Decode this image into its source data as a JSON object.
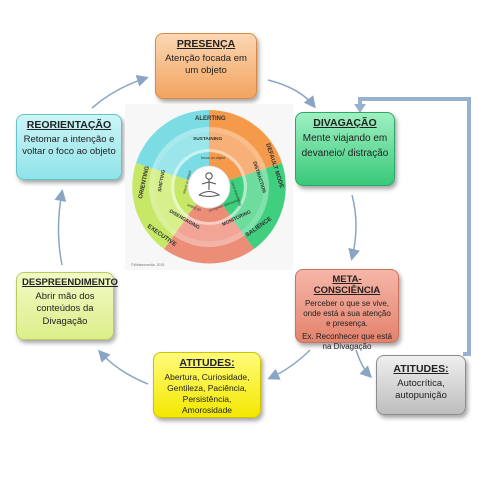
{
  "boxes": {
    "presenca": {
      "title": "PRESENÇA",
      "text": "Atenção focada em um objeto"
    },
    "divagacao": {
      "title": "DIVAGAÇÃO",
      "text": "Mente viajando em devaneio/ distração"
    },
    "meta": {
      "title": "META-CONSCIÊNCIA",
      "text": "Perceber o que se vive, onde está a sua atenção e presença.",
      "example": "Ex. Reconhecer que está na Divagação"
    },
    "atitudes_neg": {
      "title": "ATITUDES:",
      "text": "Autocrítica, autopunição"
    },
    "atitudes_pos": {
      "title": "ATITUDES:",
      "text": "Abertura, Curiosidade, Gentileza, Paciência, Persistência, Amorosidade"
    },
    "despreendimento": {
      "title": "DESPREENDIMENTO",
      "text": "Abrir mão dos conteúdos da Divagação"
    },
    "reorientacao": {
      "title": "REORIENTAÇÃO",
      "text": "Retomar a intenção e voltar o foco ao objeto"
    }
  },
  "wheel": {
    "outer_labels": [
      "ALERTING",
      "DEFAULT MODE",
      "SALIENCE",
      "EXECUTIVE",
      "ORIENTING"
    ],
    "inner_labels": [
      "SUSTAINING",
      "DISTRACTION",
      "MONITORING",
      "DISENGAGING",
      "SHIFTING"
    ],
    "center_labels": [
      "focus on object",
      "mind wandering",
      "recognize distraction",
      "letting go",
      "return to object"
    ],
    "credit": "©Weisesmedia, 2015",
    "colors": {
      "alerting": "#f59a4a",
      "default_mode": "#3fcf7f",
      "salience": "#ec8d78",
      "executive": "#c7e866",
      "orienting": "#7bdde3"
    }
  }
}
